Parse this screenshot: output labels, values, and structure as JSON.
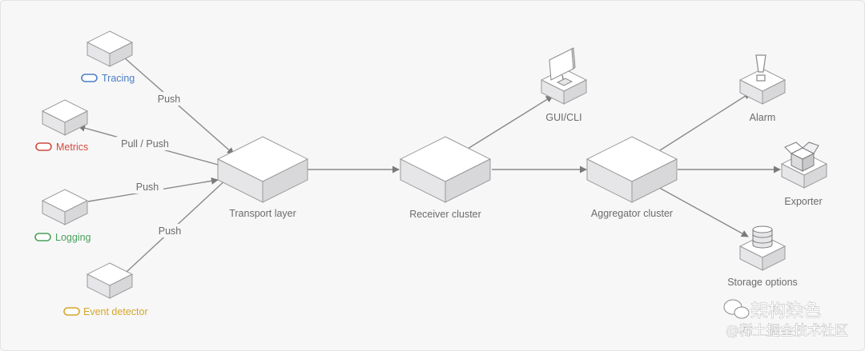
{
  "diagram": {
    "sources": [
      {
        "id": "tracing",
        "label": "Tracing",
        "color": "#4a7fc1"
      },
      {
        "id": "metrics",
        "label": "Metrics",
        "color": "#d04a3c"
      },
      {
        "id": "logging",
        "label": "Logging",
        "color": "#4aa05a"
      },
      {
        "id": "event",
        "label": "Event detector",
        "color": "#d4a72c"
      }
    ],
    "edges": {
      "tracing": "Push",
      "metrics": "Pull / Push",
      "logging": "Push",
      "event": "Push"
    },
    "nodes": {
      "transport": "Transport layer",
      "receiver": "Receiver cluster",
      "aggregator": "Aggregator cluster",
      "gui": "GUI/CLI",
      "alarm": "Alarm",
      "exporter": "Exporter",
      "storage": "Storage options"
    },
    "icons": {
      "gui": "monitor-icon",
      "alarm": "exclamation-icon",
      "exporter": "box-icon",
      "storage": "database-icon"
    }
  },
  "watermark": {
    "line1": "架构染色",
    "line2": "@稀土掘金技术社区"
  }
}
